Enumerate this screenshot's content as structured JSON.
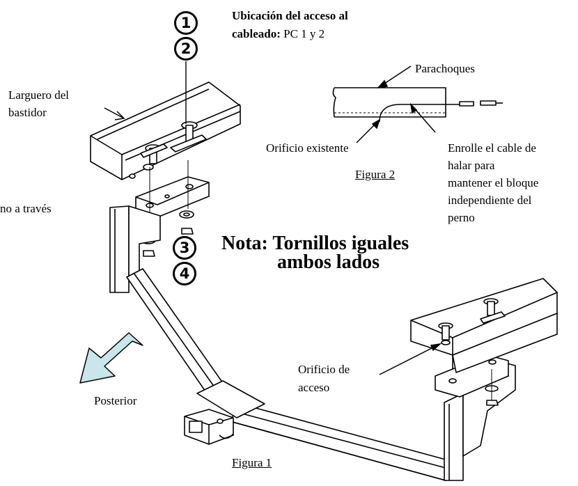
{
  "access_location": {
    "line1": "Ubicación del acceso al",
    "line2_bold": "cableado:",
    "line2_rest": " PC 1 y 2"
  },
  "callouts": {
    "c1": "1",
    "c2": "2",
    "c3": "3",
    "c4": "4"
  },
  "labels": {
    "frame_rail_1": "Larguero del",
    "frame_rail_2": "bastidor",
    "fish_wire": "no a través",
    "bumper": "Parachoques",
    "existing_hole": "Orificio existente",
    "coil_1": "Enrolle el cable de",
    "coil_2": "halar para",
    "coil_3": "mantener el bloque",
    "coil_4": "independiente del",
    "coil_5": "perno",
    "access_hole_1": "Orificio de",
    "access_hole_2": "acceso",
    "rear": "Posterior"
  },
  "note": {
    "line1": "Nota: Tornillos iguales",
    "line2": "ambos lados"
  },
  "figures": {
    "fig1": "Figura 1",
    "fig2": "Figura 2"
  },
  "colors": {
    "arrow_fill": "#c9e6ea",
    "line": "#000000"
  }
}
